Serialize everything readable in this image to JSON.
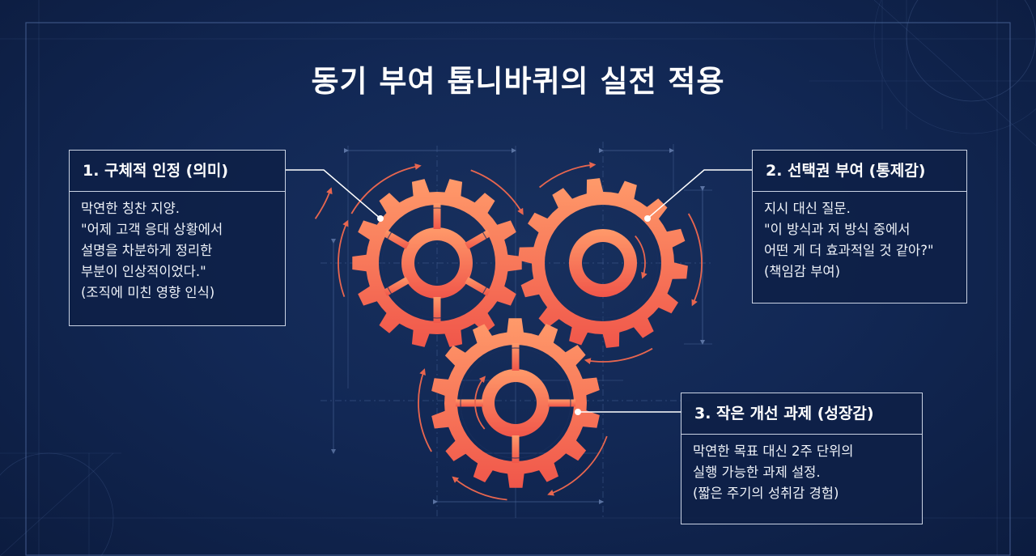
{
  "title": "동기 부여 톱니바퀴의 실전 적용",
  "colors": {
    "background": "#122855",
    "grid_line": "#5c76a8",
    "gear_light": "#ff9a6a",
    "gear_dark": "#f0564a",
    "arrow": "#e8664f",
    "card_border": "#c9d2e3",
    "text": "#ffffff"
  },
  "cards": [
    {
      "heading": "1. 구체적 인정 (의미)",
      "lines": [
        "막연한 칭찬 지양.",
        "\"어제 고객 응대 상황에서",
        "설명을 차분하게 정리한",
        "부분이 인상적이었다.\"",
        "(조직에 미친 영향 인식)"
      ]
    },
    {
      "heading": "2. 선택권 부여 (통제감)",
      "lines": [
        "지시 대신 질문.",
        "\"이 방식과 저 방식 중에서",
        "어떤 게 더 효과적일 것 같아?\"",
        "(책임감 부여)"
      ]
    },
    {
      "heading": "3. 작은 개선 과제 (성장감)",
      "lines": [
        "막연한 목표 대신 2주 단위의",
        "실행 가능한 과제 설정.",
        "(짧은 주기의 성취감 경험)"
      ]
    }
  ],
  "gears": [
    {
      "name": "gear-meaning",
      "style": "spoked",
      "teeth": 14
    },
    {
      "name": "gear-control",
      "style": "ring",
      "teeth": 14
    },
    {
      "name": "gear-growth",
      "style": "cross",
      "teeth": 14
    }
  ]
}
